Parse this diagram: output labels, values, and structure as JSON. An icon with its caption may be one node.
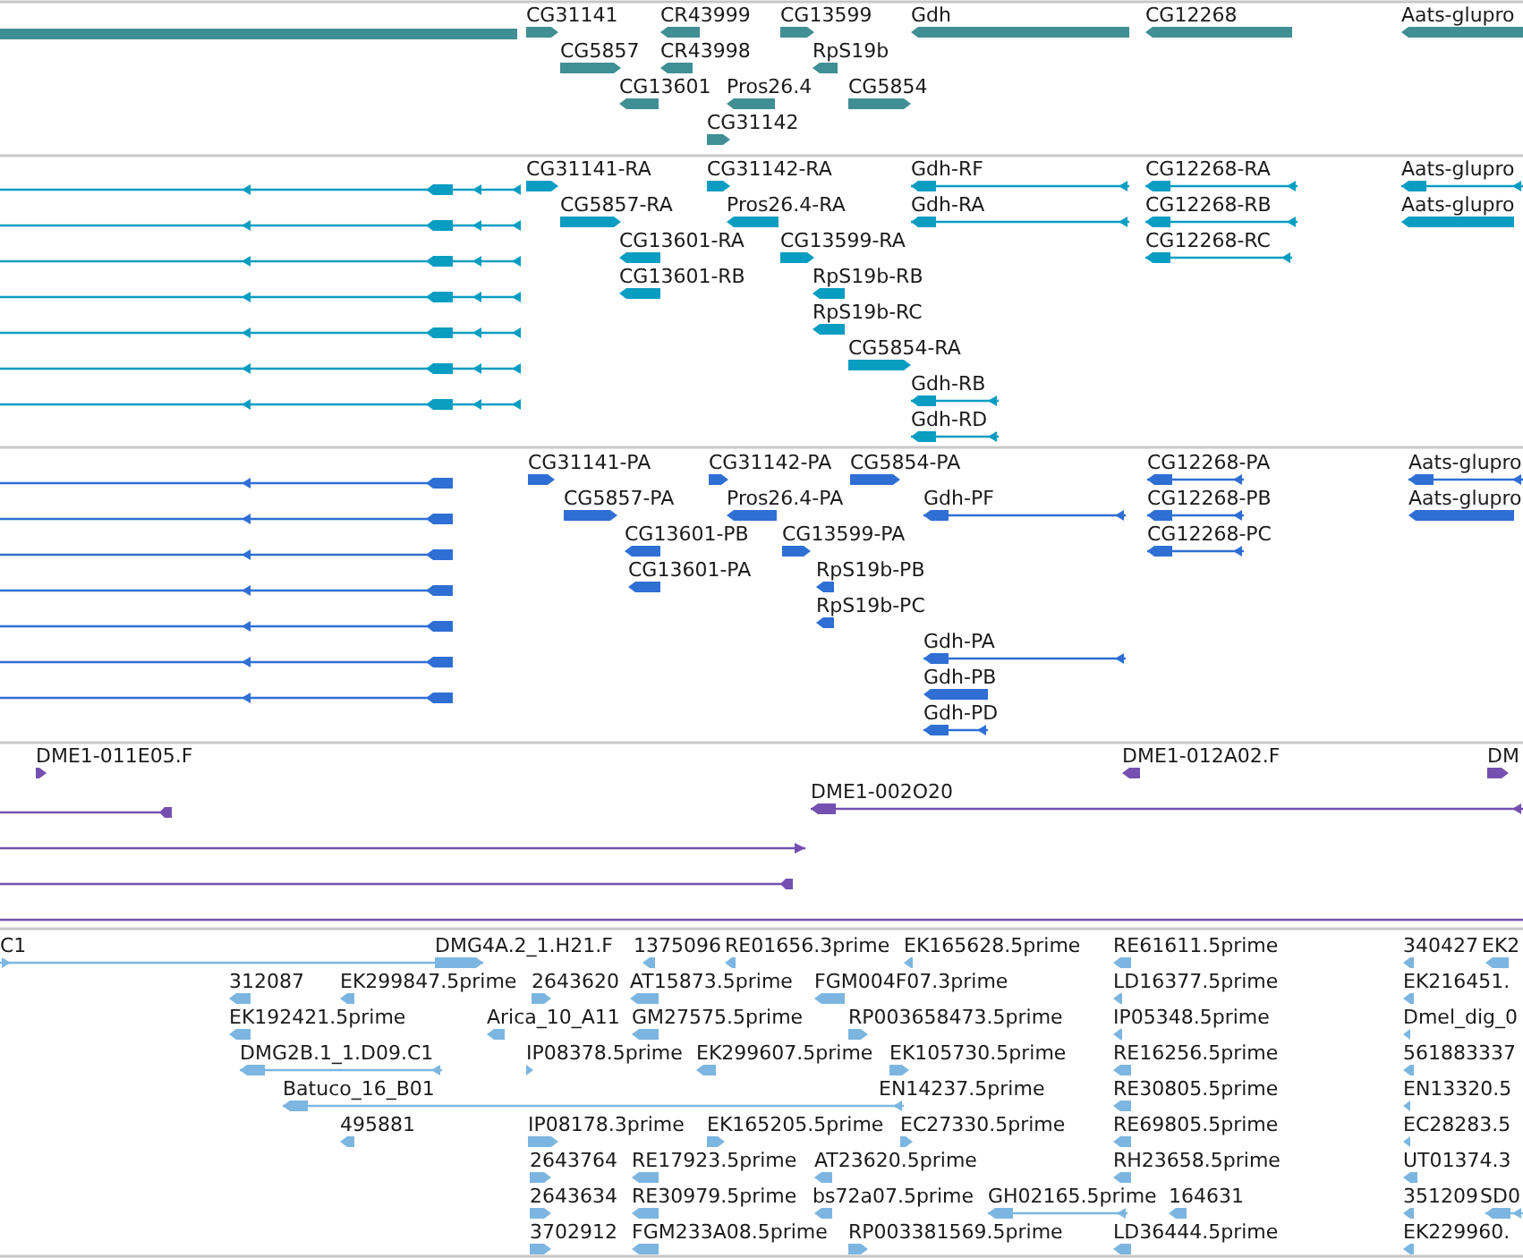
{
  "diagram": {
    "labels": [
      "CG31141",
      "CR43999",
      "CG13599",
      "Gdh",
      "CG12268",
      "Aats-glupro",
      "CG5857",
      "CR43998",
      "RpS19b",
      "CG13601",
      "Pros26.4",
      "CG5854",
      "CG31142",
      "CG31141-RA",
      "CG31142-RA",
      "Gdh-RF",
      "CG12268-RA",
      "Aats-glupro",
      "CG5857-RA",
      "Pros26.4-RA",
      "Gdh-RA",
      "CG12268-RB",
      "Aats-glupro",
      "CG13601-RA",
      "CG13599-RA",
      "CG12268-RC",
      "CG13601-RB",
      "RpS19b-RB",
      "RpS19b-RC",
      "CG5854-RA",
      "Gdh-RB",
      "Gdh-RD",
      "CG31141-PA",
      "CG31142-PA",
      "CG5854-PA",
      "CG12268-PA",
      "Aats-glupro",
      "CG5857-PA",
      "Pros26.4-PA",
      "Gdh-PF",
      "CG12268-PB",
      "Aats-glupro",
      "CG13601-PB",
      "CG13599-PA",
      "CG12268-PC",
      "CG13601-PA",
      "RpS19b-PB",
      "RpS19b-PC",
      "Gdh-PA",
      "Gdh-PB",
      "Gdh-PD",
      "DME1-011E05.F",
      "DME1-012A02.F",
      "DM",
      "DME1-002O20",
      "C1",
      "DMG4A.2_1.H21.F",
      "1375096",
      "RE01656.3prime",
      "EK165628.5prime",
      "RE61611.5prime",
      "340427",
      "EK2",
      "312087",
      "EK299847.5prime",
      "2643620",
      "AT15873.5prime",
      "FGM004F07.3prime",
      "LD16377.5prime",
      "EK216451.",
      "EK192421.5prime",
      "Arica_10_A11",
      "GM27575.5prime",
      "RP003658473.5prime",
      "IP05348.5prime",
      "Dmel_dig_0",
      "DMG2B.1_1.D09.C1",
      "IP08378.5prime",
      "EK299607.5prime",
      "EK105730.5prime",
      "RE16256.5prime",
      "561883337",
      "Batuco_16_B01",
      "EN14237.5prime",
      "RE30805.5prime",
      "EN13320.5",
      "495881",
      "IP08178.3prime",
      "EK165205.5prime",
      "EC27330.5prime",
      "RE69805.5prime",
      "EC28283.5",
      "2643764",
      "RE17923.5prime",
      "AT23620.5prime",
      "RH23658.5prime",
      "UT01374.3",
      "2643634",
      "RE30979.5prime",
      "bs72a07.5prime",
      "GH02165.5prime",
      "164631",
      "351209",
      "SD0",
      "3702912",
      "FGM233A08.5prime",
      "RP003381569.5prime",
      "LD36444.5prime",
      "EK229960."
    ]
  }
}
